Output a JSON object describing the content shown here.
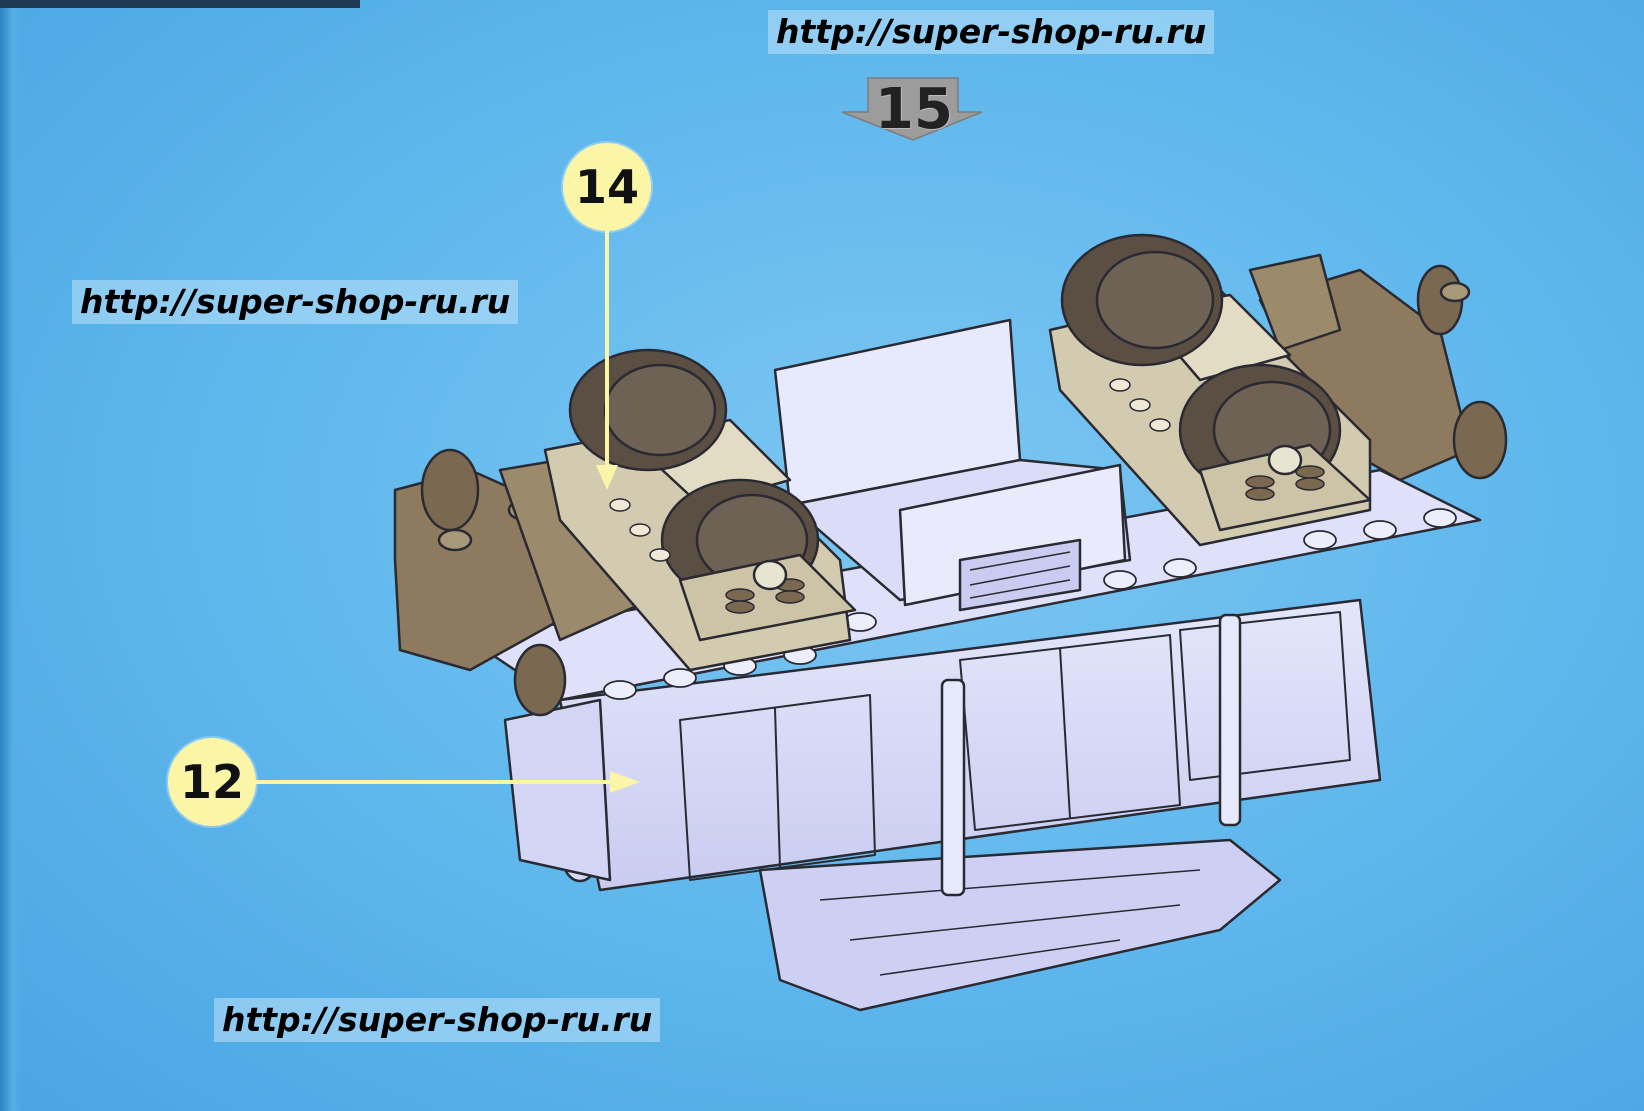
{
  "watermark": "http://super-shop-ru.ru",
  "step_number": "15",
  "callouts": [
    {
      "label": "14"
    },
    {
      "label": "12"
    }
  ],
  "colors": {
    "background": "#5db6ec",
    "callout_fill": "#fbf5a8",
    "part_lavender": "#d9dcf7",
    "part_tan": "#cdc3a6",
    "part_dark_tan": "#8c7a5e",
    "wheel": "#5a4e42"
  }
}
